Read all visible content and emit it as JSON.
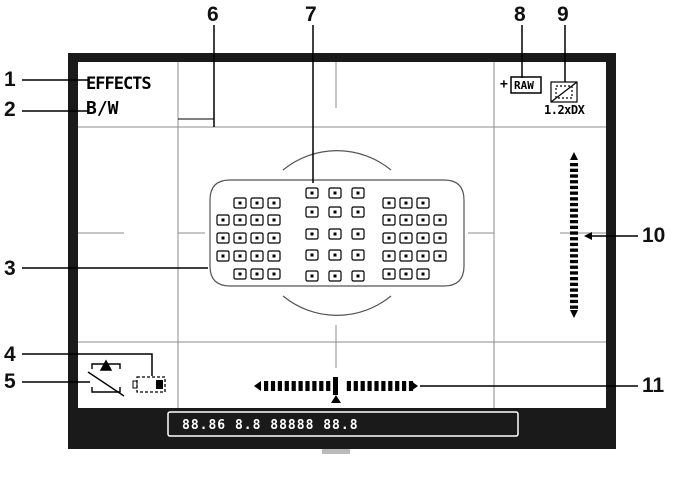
{
  "viewfinder": {
    "effects_label": "EFFECTS",
    "mode_label": "B/W",
    "raw_prefix": "+",
    "raw_label": "RAW",
    "crop_label": "1.2xDX",
    "info_bar_text": "88.86 8.8 88888 88.8"
  },
  "callouts": [
    {
      "number": "1"
    },
    {
      "number": "2"
    },
    {
      "number": "3"
    },
    {
      "number": "4"
    },
    {
      "number": "5"
    },
    {
      "number": "6"
    },
    {
      "number": "7"
    },
    {
      "number": "8"
    },
    {
      "number": "9"
    },
    {
      "number": "10"
    },
    {
      "number": "11"
    }
  ],
  "colors": {
    "frame": "#1a1a1a",
    "grid": "#8c8c8c",
    "overlay": "#ffffff",
    "leader": "#000000"
  }
}
